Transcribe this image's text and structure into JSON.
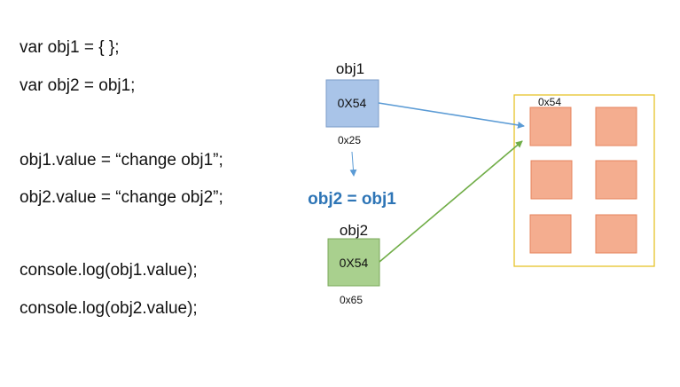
{
  "code": [
    "var obj1 = { };",
    "var obj2 = obj1;",
    "obj1.value = “change obj1”;",
    "obj2.value = “change obj2”;",
    "console.log(obj1.value);",
    "console.log(obj2.value);"
  ],
  "obj1": {
    "name": "obj1",
    "value": "0X54",
    "address": "0x25",
    "fill": "#a9c4e8",
    "stroke": "#7c9cc8",
    "arrow_color": "#5b9bd5"
  },
  "obj2": {
    "name": "obj2",
    "value": "0X54",
    "address": "0x65",
    "fill": "#a9d08e",
    "stroke": "#7aa85a",
    "arrow_color": "#70ad47"
  },
  "assignment": {
    "text": "obj2 = obj1",
    "color": "#2e75b6"
  },
  "heap": {
    "address": "0x54",
    "border_color": "#e6c229",
    "cell_fill": "#f4ad8f",
    "cell_stroke": "#e6845c",
    "cell_count": 6
  }
}
